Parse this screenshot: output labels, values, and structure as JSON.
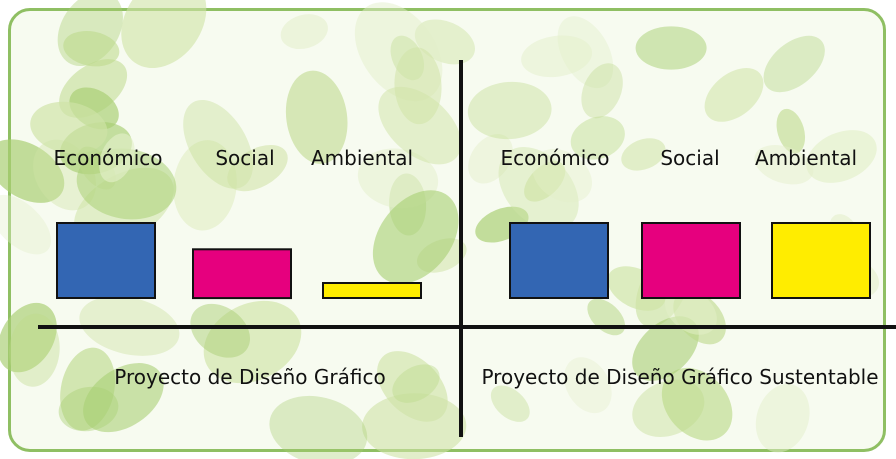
{
  "chart_data": [
    {
      "type": "bar",
      "categories": [
        "Económico",
        "Social",
        "Ambiental"
      ],
      "values": [
        1.0,
        0.65,
        0.2
      ],
      "colors": [
        "#3366b3",
        "#e6007e",
        "#ffed00"
      ],
      "caption": "Proyecto de Diseño Gráfico"
    },
    {
      "type": "bar",
      "categories": [
        "Económico",
        "Social",
        "Ambiental"
      ],
      "values": [
        1.0,
        1.0,
        1.0
      ],
      "colors": [
        "#3366b3",
        "#e6007e",
        "#ffed00"
      ],
      "caption": "Proyecto de Diseño Gráfico Sustentable"
    }
  ],
  "style": {
    "frame_color": "#8fbf63",
    "leaf_colors": [
      "#cfe3a6",
      "#bcd98a",
      "#e3efc9",
      "#a9cf74"
    ],
    "axis_color": "#111111"
  }
}
